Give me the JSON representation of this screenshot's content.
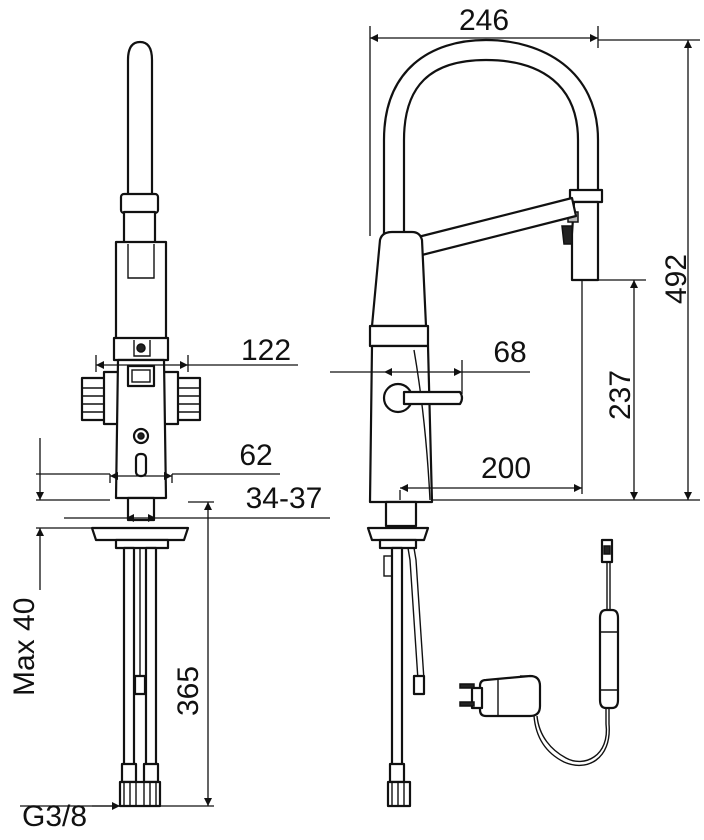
{
  "dimensions": {
    "total_width": "246",
    "total_height": "492",
    "outlet_height": "237",
    "spout_reach": "200",
    "handle_width": "68",
    "body_width": "122",
    "base_width": "62",
    "hole_diameter": "34-37",
    "max_counter_thickness": "Max  40",
    "hose_length": "365",
    "connection_thread": "G3/8"
  },
  "colors": {
    "line": "#111111",
    "background": "#ffffff"
  }
}
